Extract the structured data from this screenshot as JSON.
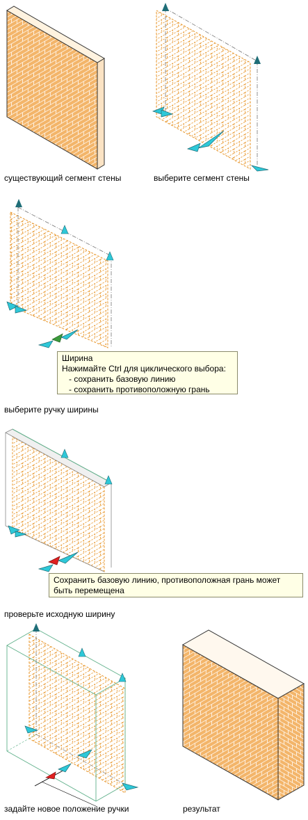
{
  "captions": {
    "existing": "существующий сегмент стены",
    "select_segment": "выберите сегмент стены",
    "select_grip": "выберите ручку ширины",
    "check_width": "проверьте исходную ширину",
    "new_position": "задайте новое положение ручки",
    "result": "результат"
  },
  "tooltip1": {
    "title": "Ширина",
    "line1": "Нажимайте Ctrl для циклического выбора:",
    "item1": "- сохранить базовую линию",
    "item2": "- сохранить противоположную грань"
  },
  "tooltip2": {
    "line1": "Сохранить базовую линию, противоположная грань может",
    "line2": "быть перемещена"
  },
  "colors": {
    "brick": "#e8962a",
    "mortar": "#ffffff",
    "outline": "#333333",
    "grip_cyan": "#2ec8d8",
    "grip_dark": "#1f6e78",
    "grip_red": "#e02020",
    "grip_green": "#3c9a3c",
    "box_green": "#5fb08a"
  }
}
